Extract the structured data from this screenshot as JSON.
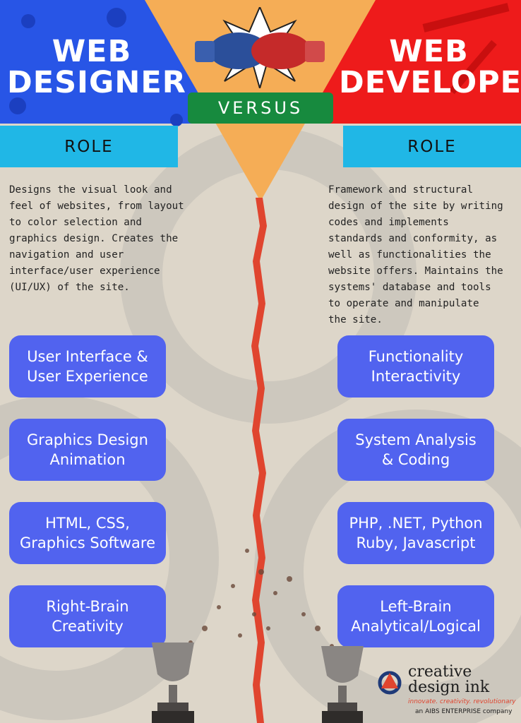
{
  "left": {
    "title_line1": "WEB",
    "title_line2": "DESIGNER",
    "role_label": "ROLE",
    "description": [
      "Designs the visual look and",
      "feel of websites, from layout",
      "to color selection and",
      "graphics design. Creates the",
      "navigation and user",
      "interface/user experience",
      "(UI/UX) of the site."
    ],
    "skills": [
      [
        "User Interface &",
        "User Experience"
      ],
      [
        "Graphics Design",
        "Animation"
      ],
      [
        "HTML, CSS,",
        "Graphics Software"
      ],
      [
        "Right-Brain",
        "Creativity"
      ]
    ]
  },
  "right": {
    "title_line1": "WEB",
    "title_line2": "DEVELOPER",
    "role_label": "ROLE",
    "description": [
      "Framework and structural",
      "design of the site by writing",
      "codes and implements",
      "standards and conformity, as",
      "well as functionalities the",
      "website offers. Maintains the",
      "systems' database and tools",
      "to operate and manipulate",
      "the site."
    ],
    "skills": [
      [
        "Functionality",
        "Interactivity"
      ],
      [
        "System Analysis",
        "& Coding"
      ],
      [
        "PHP, .NET, Python",
        "Ruby, Javascript"
      ],
      [
        "Left-Brain",
        "Analytical/Logical"
      ]
    ]
  },
  "versus_label": "VERSUS",
  "logo": {
    "line1": "creative",
    "line2": "design ink",
    "tagline": "innovate. creativity. revolutionary",
    "sub": "an AIBS ENTERPRISE company"
  },
  "colors": {
    "designer_blue": "#2855e6",
    "developer_red": "#ee1b1b",
    "role_cyan": "#20b7e6",
    "pill_blue": "#5163ef",
    "versus_green": "#178a3e",
    "center_orange": "#f5ad56",
    "divider_red": "#e0452f"
  },
  "icons": [
    "boxing-gloves-icon",
    "trophy-icon",
    "gear-icon",
    "star-burst-icon"
  ]
}
